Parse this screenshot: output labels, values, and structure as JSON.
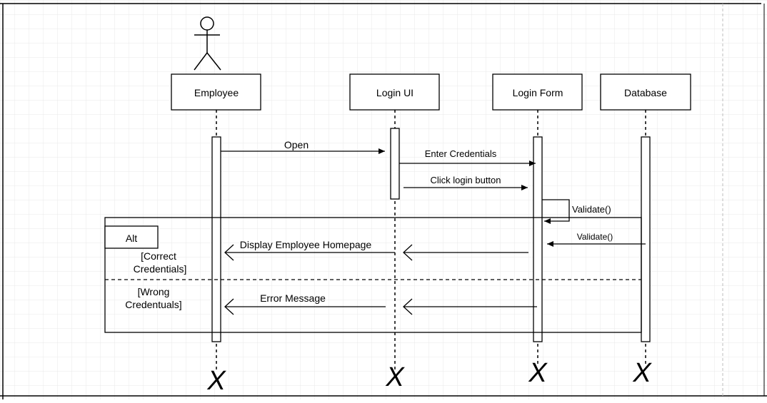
{
  "participants": [
    {
      "name": "Employee",
      "actor": true
    },
    {
      "name": "Login UI"
    },
    {
      "name": "Login Form"
    },
    {
      "name": "Database"
    }
  ],
  "messages": [
    {
      "label": "Open"
    },
    {
      "label": "Enter Credentials"
    },
    {
      "label": "Click login button"
    },
    {
      "label": "Validate()"
    },
    {
      "label": "Validate()"
    },
    {
      "label": "Display Employee Homepage"
    },
    {
      "label": "Error Message"
    }
  ],
  "fragment": {
    "operator": "Alt",
    "guards": [
      {
        "line1": "[Correct",
        "line2": "Credentials]"
      },
      {
        "line1": "[Wrong",
        "line2": "Credentuals]"
      }
    ]
  },
  "terminator_glyph": "X"
}
